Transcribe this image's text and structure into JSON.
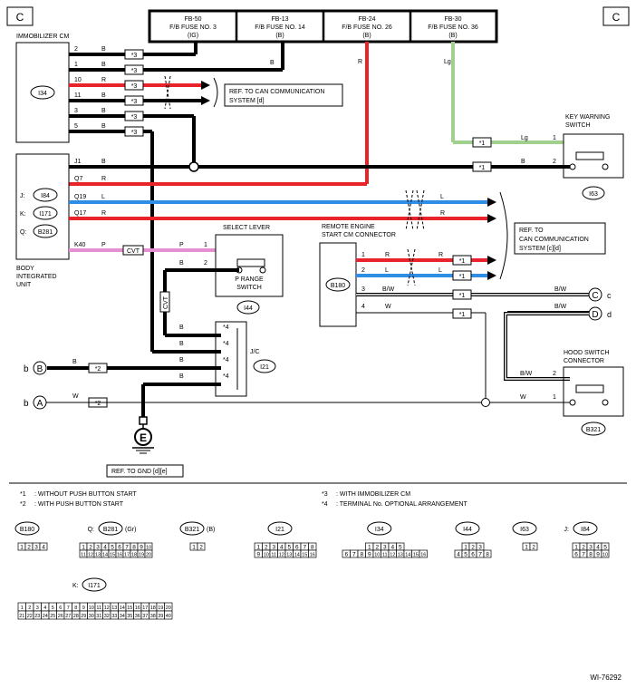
{
  "corner_labels": {
    "left": "C",
    "right": "C"
  },
  "fuses": [
    {
      "id": "FB-50",
      "name": "F/B FUSE NO. 3",
      "color": "(IG)"
    },
    {
      "id": "FB-13",
      "name": "F/B FUSE NO. 14",
      "color": "(B)"
    },
    {
      "id": "FB-24",
      "name": "F/B FUSE NO. 26",
      "color": "(B)"
    },
    {
      "id": "FB-30",
      "name": "F/B FUSE NO. 36",
      "color": "(B)"
    }
  ],
  "immobilizer": {
    "title": "IMMOBILIZER CM",
    "code": "I34",
    "pins": [
      {
        "pin": "2",
        "wire": "B"
      },
      {
        "pin": "1",
        "wire": "B"
      },
      {
        "pin": "10",
        "wire": "R"
      },
      {
        "pin": "11",
        "wire": "B"
      },
      {
        "pin": "3",
        "wire": "B"
      },
      {
        "pin": "5",
        "wire": "B"
      }
    ]
  },
  "star3": "*3",
  "can_ref_1": [
    "REF. TO CAN COMMUNICATION",
    "SYSTEM  [d]"
  ],
  "fuse_wire_labels": {
    "fb13": "B",
    "fb24": "R",
    "fb30": "Lg"
  },
  "key_warning": {
    "title": [
      "KEY WARNING",
      "SWITCH"
    ],
    "code": "I63",
    "rows": [
      {
        "star": "*1",
        "wire": "Lg",
        "pin": "1"
      },
      {
        "star": "*1",
        "wire": "B",
        "pin": "2"
      }
    ]
  },
  "biu": {
    "title": [
      "BODY",
      "INTEGRATED",
      "UNIT"
    ],
    "codes": [
      {
        "prefix": "J:",
        "code": "I84"
      },
      {
        "prefix": "K:",
        "code": "I171"
      },
      {
        "prefix": "Q:",
        "code": "B281"
      }
    ],
    "pins": [
      {
        "pin": "J1",
        "wire": "B"
      },
      {
        "pin": "Q7",
        "wire": "R"
      },
      {
        "pin": "Q19",
        "wire": "L"
      },
      {
        "pin": "Q17",
        "wire": "R"
      },
      {
        "pin": "K40",
        "wire": "P"
      }
    ],
    "can_wire_l": "L",
    "can_wire_r": "R"
  },
  "can_ref_2": [
    "REF. TO",
    "CAN COMMUNICATION",
    "SYSTEM [c][d]"
  ],
  "select_lever": {
    "title": "SELECT LEVER",
    "switch_name": [
      "P RANGE",
      "SWITCH"
    ],
    "code": "I44",
    "cvt": "CVT",
    "rows": [
      {
        "wire": "P",
        "pin": "1"
      },
      {
        "wire": "B",
        "pin": "2"
      }
    ]
  },
  "remote_engine": {
    "title": [
      "REMOTE ENGINE",
      "START CM CONNECTOR"
    ],
    "code": "B180",
    "rows": [
      {
        "pin": "1",
        "wire": "R",
        "wire2": "R",
        "star": "*1"
      },
      {
        "pin": "2",
        "wire": "L",
        "wire2": "L",
        "star": "*1"
      },
      {
        "pin": "3",
        "wire": "B/W",
        "wire2": "B/W",
        "star": "*1"
      },
      {
        "pin": "4",
        "wire": "W",
        "wire2": "B/W",
        "star": "*1"
      }
    ]
  },
  "offpage": {
    "c": "C",
    "d": "D",
    "c_label": "c",
    "d_label": "d"
  },
  "jc": {
    "title": "J/C",
    "code": "I21",
    "star": "*4",
    "wires": [
      "B",
      "B",
      "B",
      "B"
    ]
  },
  "inputs": [
    {
      "letter": "b",
      "circle": "B",
      "wire": "B",
      "star": "*2"
    },
    {
      "letter": "b",
      "circle": "A",
      "wire": "W",
      "star": "*2"
    }
  ],
  "hood_switch": {
    "title": [
      "HOOD SWITCH",
      "CONNECTOR"
    ],
    "code": "B321",
    "rows": [
      {
        "wire": "B/W",
        "pin": "2"
      },
      {
        "wire": "W",
        "pin": "1"
      }
    ]
  },
  "ground": {
    "label": "E",
    "ref": "REF. TO GND  [d][e]"
  },
  "legend": [
    {
      "key": "*1",
      "text": ": WITHOUT PUSH BUTTON START"
    },
    {
      "key": "*2",
      "text": ": WITH PUSH BUTTON START"
    },
    {
      "key": "*3",
      "text": ": WITH IMMOBILIZER CM"
    },
    {
      "key": "*4",
      "text": ": TERMINAL No. OPTIONAL ARRANGEMENT"
    }
  ],
  "connectors": [
    {
      "prefix": "",
      "code": "B180",
      "suffix": "",
      "rows": [
        [
          "1",
          "2",
          "3",
          "4"
        ]
      ]
    },
    {
      "prefix": "Q:",
      "code": "B281",
      "suffix": "(Gr)",
      "rows": [
        [
          "1",
          "2",
          "3",
          "4",
          "5",
          "6",
          "7",
          "8",
          "9",
          "10"
        ],
        [
          "11",
          "12",
          "13",
          "14",
          "15",
          "16",
          "17",
          "18",
          "19",
          "20"
        ]
      ]
    },
    {
      "prefix": "",
      "code": "B321",
      "suffix": "(B)",
      "rows": [
        [
          "1",
          "2"
        ]
      ]
    },
    {
      "prefix": "",
      "code": "I21",
      "suffix": "",
      "rows": [
        [
          "1",
          "2",
          "3",
          "4",
          "5",
          "6",
          "7",
          "8"
        ],
        [
          "9",
          "10",
          "11",
          "12",
          "13",
          "14",
          "15",
          "16"
        ]
      ]
    },
    {
      "prefix": "",
      "code": "I34",
      "suffix": "",
      "rows": [
        [
          "1",
          "2",
          "3",
          "4",
          "5"
        ],
        [
          "6",
          "7",
          "8",
          "9",
          "10",
          "11",
          "12",
          "13",
          "14",
          "15",
          "16"
        ]
      ]
    },
    {
      "prefix": "",
      "code": "I44",
      "suffix": "",
      "rows": [
        [
          "1",
          "2",
          "3"
        ],
        [
          "4",
          "5",
          "6",
          "7",
          "8"
        ]
      ]
    },
    {
      "prefix": "",
      "code": "I63",
      "suffix": "",
      "rows": [
        [
          "1",
          "2"
        ]
      ]
    },
    {
      "prefix": "J:",
      "code": "I84",
      "suffix": "",
      "rows": [
        [
          "1",
          "2",
          "3",
          "4",
          "5"
        ],
        [
          "6",
          "7",
          "8",
          "9",
          "10"
        ]
      ]
    }
  ],
  "connector_k": {
    "prefix": "K:",
    "code": "I171",
    "rows": [
      [
        "1",
        "2",
        "3",
        "4",
        "5",
        "6",
        "7",
        "8",
        "9",
        "10",
        "11",
        "12",
        "13",
        "14",
        "15",
        "16",
        "17",
        "18",
        "19",
        "20"
      ],
      [
        "21",
        "22",
        "23",
        "24",
        "25",
        "26",
        "27",
        "28",
        "29",
        "30",
        "31",
        "32",
        "33",
        "34",
        "35",
        "36",
        "37",
        "38",
        "39",
        "40"
      ]
    ]
  },
  "figure_id": "WI-76292",
  "colors": {
    "black": "#000000",
    "red": "#e8232a",
    "blue": "#2e8ee6",
    "green": "#9fd08e",
    "pink": "#e48fcf"
  }
}
